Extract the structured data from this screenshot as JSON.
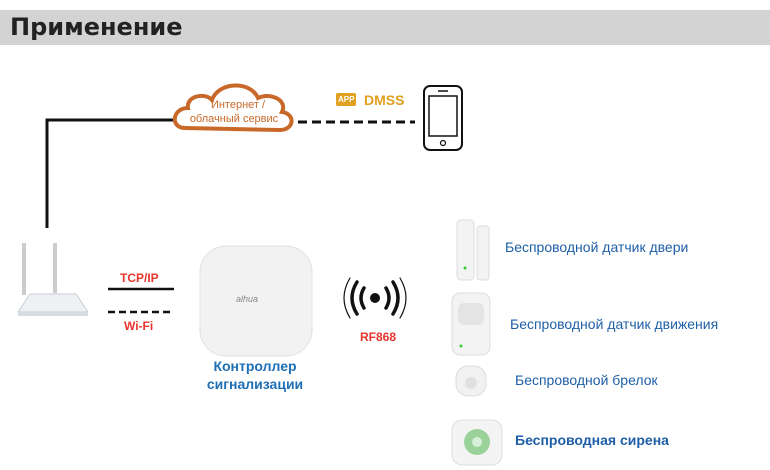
{
  "header": {
    "title": "Применение"
  },
  "cloud": {
    "line1": "Интернет /",
    "line2": "облачный сервис"
  },
  "app": {
    "badge": "APP",
    "name": "DMSS"
  },
  "links": {
    "tcp": "TCP/IP",
    "wifi": "Wi-Fi",
    "rf": "RF868"
  },
  "controller": {
    "line1": "Контроллер",
    "line2": "сигнализации",
    "logo": "alhua"
  },
  "devices": [
    {
      "label": "Беспроводной датчик двери"
    },
    {
      "label": "Беспроводной датчик движения"
    },
    {
      "label": "Беспроводной брелок"
    },
    {
      "label": "Беспроводная сирена"
    }
  ],
  "colors": {
    "cloud": "#c8692a",
    "app": "#e0a020",
    "link": "#e8342c",
    "controller": "#1f6fb5",
    "device": "#1f5fa8"
  }
}
